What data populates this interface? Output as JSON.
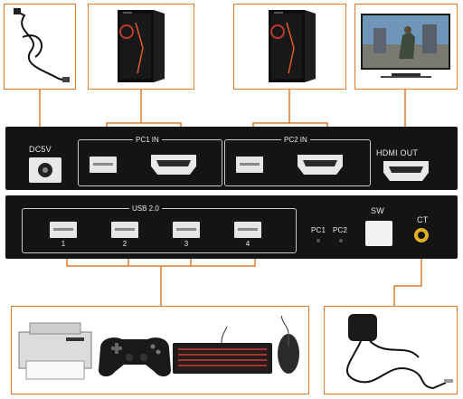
{
  "rear_panel": {
    "dc_label": "DC5V",
    "pc1_label": "PC1 IN",
    "pc2_label": "PC2 IN",
    "hdmi_out_label": "HDMI OUT"
  },
  "front_panel": {
    "usb_label": "USB 2.0",
    "port_numbers": [
      "1",
      "2",
      "3",
      "4"
    ],
    "pc1_led": "PC1",
    "pc2_led": "PC2",
    "sw_label": "SW",
    "ct_label": "CT"
  },
  "colors": {
    "accent": "#e07a2a",
    "panel": "#141414"
  }
}
